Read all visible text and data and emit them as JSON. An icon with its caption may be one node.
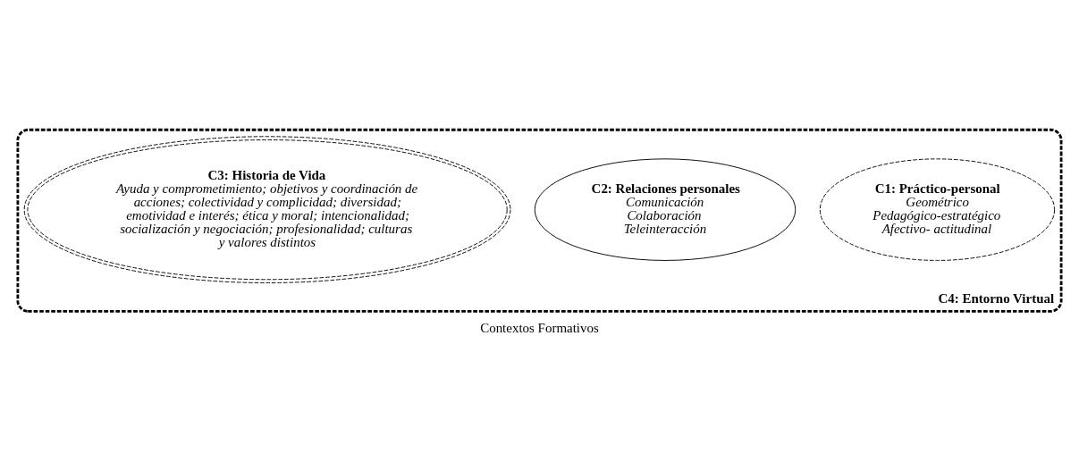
{
  "diagram": {
    "caption": "Contextos Formativos",
    "nodes": [
      {
        "text": [
          "C4: Entorno Virtual"
        ]
      },
      {
        "text": [
          "C1: Práctico-personal",
          "Geométrico",
          "Pedagógico-estratégico",
          "Afectivo- actitudinal"
        ],
        "in": 0
      },
      {
        "text": [
          "C2: Relaciones personales",
          "Comunicación",
          "Colaboración",
          "Teleinteracción"
        ],
        "in": 0
      },
      {
        "text": [
          "C3: Historia de Vida",
          "Ayuda y comprometimiento; objetivos y coordinación de acciones; colectividad y complicidad; diversidad; emotividad e interés; ética y moral; intencionalidad; socialización y negociación; profesionalidad; culturas y valores distintos"
        ],
        "in": 0
      }
    ]
  }
}
